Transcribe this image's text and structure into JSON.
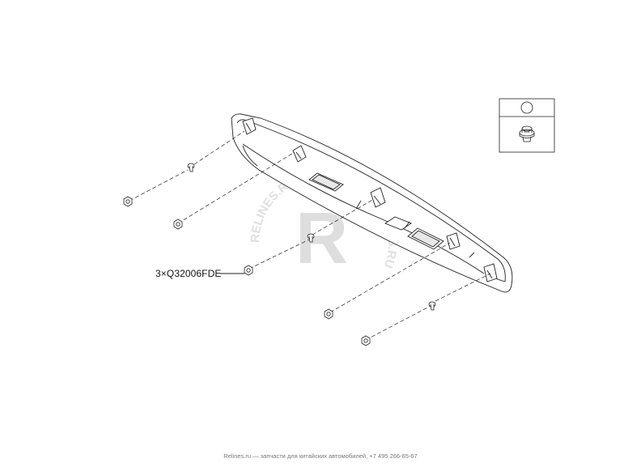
{
  "callout": {
    "part_label": "3×Q32006FDE"
  },
  "watermark": {
    "brand": "RELINES.RU",
    "letter": "R"
  },
  "footer": {
    "text": "Relines.ru — запчасти для китайских автомобилей, +7 495 266-65-67"
  },
  "legend_box": {
    "symbol": "circle",
    "icon": "push-clip-icon"
  },
  "colors": {
    "line": "#222222",
    "watermark": "#d9d9d9"
  }
}
